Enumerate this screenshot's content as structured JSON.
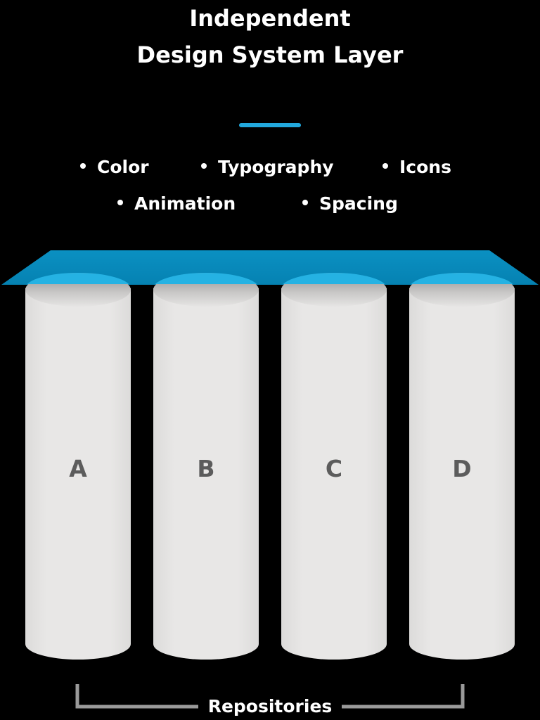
{
  "title": {
    "line1": "Independent",
    "line2": "Design System Layer"
  },
  "features": [
    {
      "label": "Color"
    },
    {
      "label": "Typography"
    },
    {
      "label": "Icons"
    },
    {
      "label": "Animation"
    },
    {
      "label": "Spacing"
    }
  ],
  "repositories": [
    {
      "label": "A"
    },
    {
      "label": "B"
    },
    {
      "label": "C"
    },
    {
      "label": "D"
    }
  ],
  "footer": {
    "label": "Repositories"
  },
  "colors": {
    "background": "#000000",
    "accent": "#22a8dd",
    "layer": "#0a8fc0",
    "cylinder": "#e6e5e4",
    "cylinder_label": "#5c5c5c",
    "bracket": "#9a9a9a"
  }
}
